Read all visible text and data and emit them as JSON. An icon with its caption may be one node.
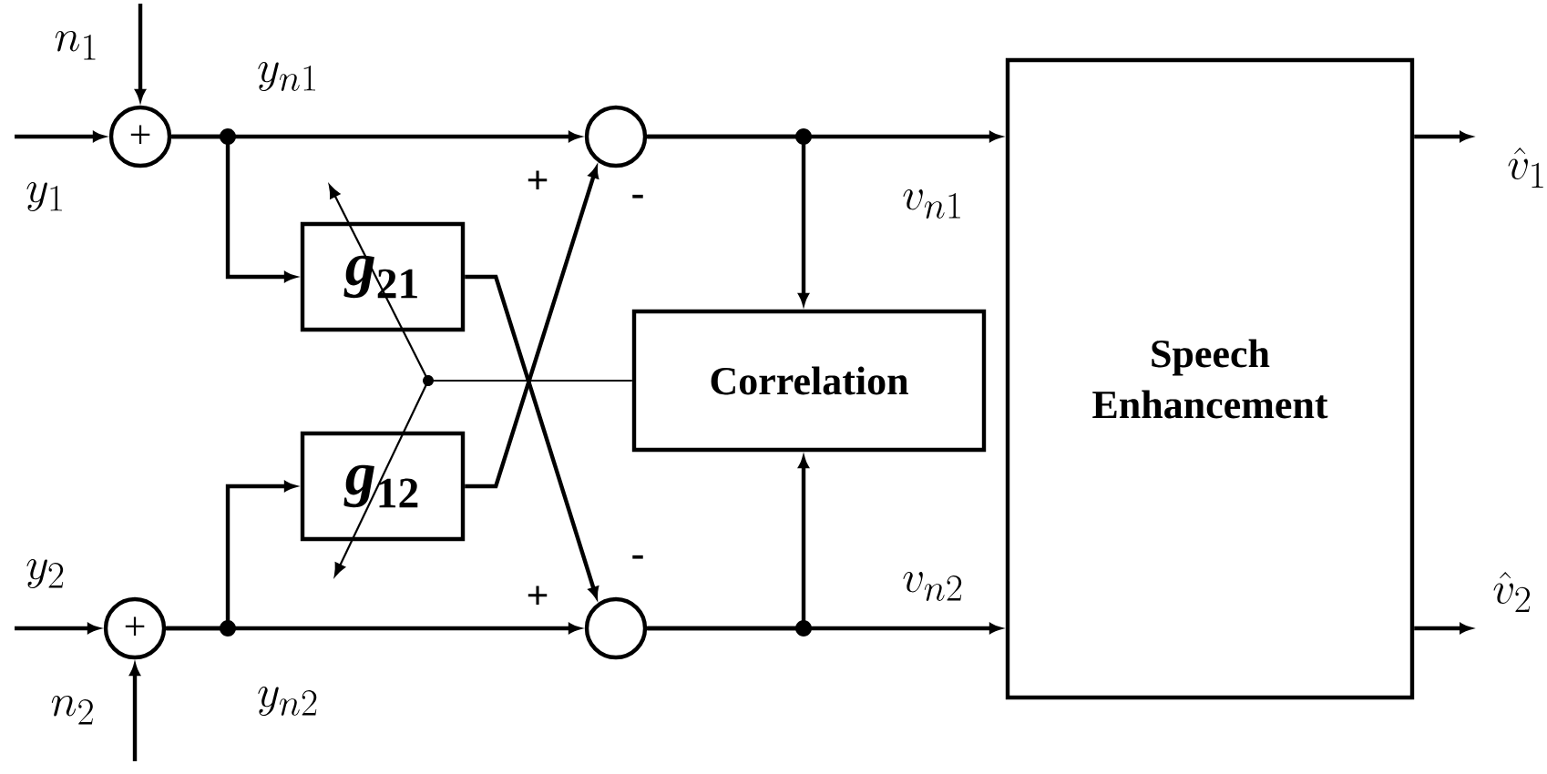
{
  "diagram": {
    "nodes": [
      {
        "text": [
          "+"
        ]
      },
      {
        "text": [
          "+"
        ]
      },
      {
        "text": [
          "*g*$_{21}$"
        ]
      },
      {
        "text": [
          "*g*$_{12}$"
        ]
      },
      {
        "text": [],
        "shape": "circle"
      },
      {
        "text": [],
        "shape": "circle"
      },
      {
        "text": [
          "Correlation"
        ]
      },
      {
        "text": [
          "Speech Enhancement"
        ]
      }
    ],
    "edges": [
      {
        "from": null,
        "to": 0,
        "arrow": "to"
      },
      {
        "from": null,
        "to": 0,
        "arrow": "to"
      },
      {
        "from": null,
        "to": 1,
        "arrow": "to"
      },
      {
        "from": null,
        "to": 1,
        "arrow": "to"
      },
      {
        "from": 0,
        "to": 4,
        "arrow": "to"
      },
      {
        "from": 0,
        "to": 2,
        "arrow": "to"
      },
      {
        "from": 1,
        "to": 5,
        "arrow": "to"
      },
      {
        "from": 1,
        "to": 3,
        "arrow": "to"
      },
      {
        "from": 2,
        "to": 5,
        "arrow": "to"
      },
      {
        "from": 3,
        "to": 4,
        "arrow": "to"
      },
      {
        "from": 4,
        "to": 7,
        "arrow": "to"
      },
      {
        "from": 4,
        "to": 6,
        "arrow": "to"
      },
      {
        "from": 5,
        "to": 7,
        "arrow": "to"
      },
      {
        "from": 5,
        "to": 6,
        "arrow": "to"
      },
      {
        "from": 7,
        "to": null,
        "arrow": "to"
      },
      {
        "from": 7,
        "to": null,
        "arrow": "to"
      }
    ],
    "labels": [
      "n_1",
      "y_{n1}",
      "y_1",
      "+",
      "-",
      "v_{n1}",
      "\\hat{v}_1",
      "y_2",
      "v_{n2}",
      "\\hat{v}_2",
      "+",
      "-",
      "n_2",
      "y_{n2}"
    ]
  }
}
